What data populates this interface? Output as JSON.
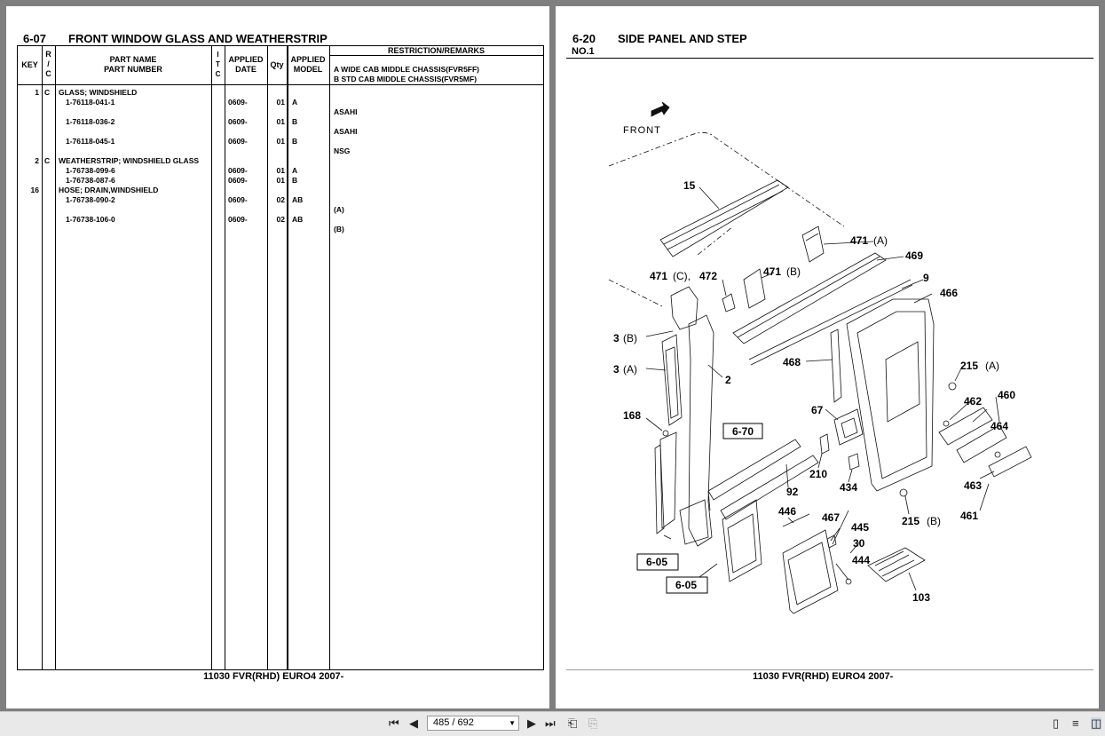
{
  "left_page": {
    "section_number": "6-07",
    "section_title": "FRONT WINDOW GLASS AND WEATHERSTRIP",
    "headers": {
      "key": "KEY",
      "rc": [
        "R",
        "/",
        "C"
      ],
      "part_name": "PART NAME",
      "part_number": "PART NUMBER",
      "itc": [
        "I",
        "T",
        "C"
      ],
      "applied_date": [
        "APPLIED",
        "DATE"
      ],
      "qty": "Qty",
      "applied_model": [
        "APPLIED",
        "MODEL"
      ],
      "restriction": "RESTRICTION/REMARKS",
      "model_notes": [
        "A WIDE CAB MIDDLE CHASSIS(FVR5FF)",
        "B STD CAB MIDDLE CHASSIS(FVR5MF)"
      ]
    },
    "rows": [
      {
        "key": "1",
        "rc": "C",
        "name": "GLASS; WINDSHIELD",
        "number": "",
        "date": "",
        "qty": "",
        "model": "",
        "remark": ""
      },
      {
        "key": "",
        "rc": "",
        "name": "",
        "number": "1-76118-041-1",
        "date": "0609-",
        "qty": "01",
        "model": "A",
        "remark": ""
      },
      {
        "key": "",
        "rc": "",
        "name": "",
        "number": "",
        "date": "",
        "qty": "",
        "model": "",
        "remark": "ASAHI"
      },
      {
        "key": "",
        "rc": "",
        "name": "",
        "number": "1-76118-036-2",
        "date": "0609-",
        "qty": "01",
        "model": "B",
        "remark": ""
      },
      {
        "key": "",
        "rc": "",
        "name": "",
        "number": "",
        "date": "",
        "qty": "",
        "model": "",
        "remark": "ASAHI"
      },
      {
        "key": "",
        "rc": "",
        "name": "",
        "number": "1-76118-045-1",
        "date": "0609-",
        "qty": "01",
        "model": "B",
        "remark": ""
      },
      {
        "key": "",
        "rc": "",
        "name": "",
        "number": "",
        "date": "",
        "qty": "",
        "model": "",
        "remark": "NSG"
      },
      {
        "key": "2",
        "rc": "C",
        "name": "WEATHERSTRIP; WINDSHIELD GLASS",
        "number": "",
        "date": "",
        "qty": "",
        "model": "",
        "remark": ""
      },
      {
        "key": "",
        "rc": "",
        "name": "",
        "number": "1-76738-099-6",
        "date": "0609-",
        "qty": "01",
        "model": "A",
        "remark": ""
      },
      {
        "key": "",
        "rc": "",
        "name": "",
        "number": "1-76738-087-6",
        "date": "0609-",
        "qty": "01",
        "model": "B",
        "remark": ""
      },
      {
        "key": "16",
        "rc": "",
        "name": "HOSE; DRAIN,WINDSHIELD",
        "number": "",
        "date": "",
        "qty": "",
        "model": "",
        "remark": ""
      },
      {
        "key": "",
        "rc": "",
        "name": "",
        "number": "1-76738-090-2",
        "date": "0609-",
        "qty": "02",
        "model": "AB",
        "remark": ""
      },
      {
        "key": "",
        "rc": "",
        "name": "",
        "number": "",
        "date": "",
        "qty": "",
        "model": "",
        "remark": "(A)"
      },
      {
        "key": "",
        "rc": "",
        "name": "",
        "number": "1-76738-106-0",
        "date": "0609-",
        "qty": "02",
        "model": "AB",
        "remark": ""
      },
      {
        "key": "",
        "rc": "",
        "name": "",
        "number": "",
        "date": "",
        "qty": "",
        "model": "",
        "remark": "(B)"
      }
    ],
    "footer": "11030 FVR(RHD) EURO4 2007-"
  },
  "right_page": {
    "section_number": "6-20",
    "sub_number": "NO.1",
    "section_title": "SIDE PANEL AND STEP",
    "front_label": "FRONT",
    "callouts": {
      "c15": "15",
      "c471a": "471",
      "a": "(A)",
      "c469": "469",
      "c471b": "471",
      "b": "(B)",
      "c471c": "471",
      "c": "(C),",
      "c472": "472",
      "c9": "9",
      "c466": "466",
      "c3b": "3",
      "c3a": "3",
      "c2": "2",
      "c468": "468",
      "c215a": "215",
      "c462": "462",
      "c460": "460",
      "c464": "464",
      "c168": "168",
      "c67": "67",
      "c210": "210",
      "c434": "434",
      "c92": "92",
      "c463": "463",
      "c215b": "215",
      "c461": "461",
      "c446": "446",
      "c467": "467",
      "c445": "445",
      "c30": "30",
      "c444": "444",
      "c103": "103"
    },
    "ref_boxes": {
      "r670": "6-70",
      "r605a": "6-05",
      "r605b": "6-05"
    },
    "footer": "11030 FVR(RHD) EURO4 2007-"
  },
  "toolbar": {
    "page_indicator": "485 / 692",
    "first_icon": "first-page-icon",
    "prev_icon": "previous-page-icon",
    "next_icon": "next-page-icon",
    "last_icon": "last-page-icon",
    "back_icon": "back-view-icon",
    "forward_icon": "forward-view-icon",
    "single_icon": "single-page-view-icon",
    "continuous_icon": "continuous-view-icon",
    "facing_icon": "facing-pages-view-icon"
  }
}
